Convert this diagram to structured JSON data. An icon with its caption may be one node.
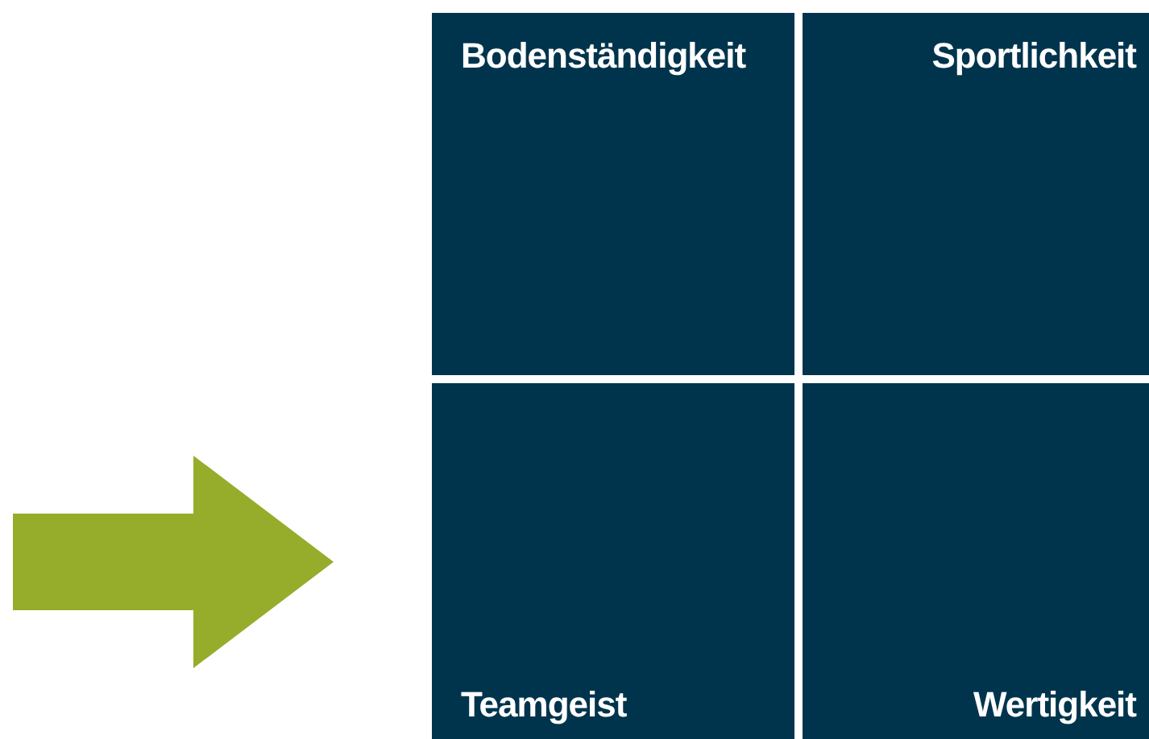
{
  "diagram": {
    "nodes": [
      {
        "text": [
          "Bodenständigkeit"
        ]
      },
      {
        "text": [
          "Sportlichkeit"
        ]
      },
      {
        "text": [
          "Teamgeist"
        ]
      },
      {
        "text": [
          "Wertigkeit"
        ]
      }
    ]
  }
}
